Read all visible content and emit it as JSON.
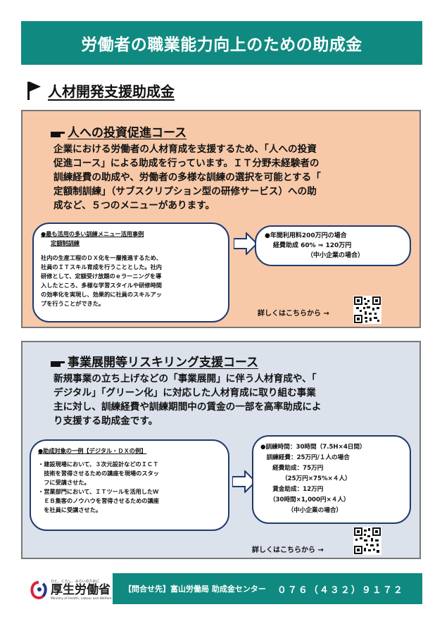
{
  "banner": {
    "title": "労働者の職業能力向上のための助成金"
  },
  "section": {
    "title": "人材開発支援助成金"
  },
  "course1": {
    "title": "人への投資促進コース",
    "desc": [
      "企業における労働者の人材育成を支援するため、「人への投資",
      "促進コース」による助成を行っています。ＩＴ分野未経験者の",
      "訓練経費の助成や、労働者の多様な訓練の選択を可能とする「",
      "定額制訓練」（サブスクリプション型の研修サービス）への助",
      "成など、５つのメニューがあります。"
    ],
    "example": {
      "heading": "●最も活用の多い訓練メニュー活用事例",
      "subheading": "定額制訓練",
      "lines": [
        "社内の生産工程のＤＸ化を一層推進するため、",
        "社員のＩＴスキル育成を行うこととした。社内",
        "研修として、定額受け放題のｅラーニングを導",
        "入したところ、多様な学習スタイルや研修時間",
        "の効率化を実現し、効果的に社員のスキルアッ",
        "プを行うことができた。"
      ]
    },
    "calc": {
      "line1": "●年間利用料200万円の場合",
      "line2": "経費助成 60% ⇒ 120万円",
      "line3": "（中小企業の場合）"
    },
    "more": "詳しくはこちらから →"
  },
  "course2": {
    "title": "事業展開等リスキリング支援コース",
    "desc": [
      "新規事業の立ち上げなどの「事業展開」に伴う人材育成や、「",
      "デジタル」「グリーン化」に対応した人材育成に取り組む事業",
      "主に対し、訓練経費や訓練期間中の賃金の一部を高率助成によ",
      "り支援する助成金です。"
    ],
    "example": {
      "heading": "●助成対象の一例【デジタル・ＤＸの例】",
      "lines": [
        "・建設現場において、３次元設計などのＩＣＴ",
        "　技術を習得させるための講座を現場のスタッ",
        "　フに受講させた。",
        "・営業部門において、ＩＴツールを活用したＷ",
        "　ＥＢ集客のノウハウを習得させるための講座",
        "　を社員に受講させた。"
      ]
    },
    "calc": {
      "lines": [
        "●訓練時間：30時間（7.5H×4日間）",
        "　訓練経費：25万円/１人の場合",
        "　　経費助成：75万円",
        "　　　　（25万円×75%×４人）",
        "　　賃金助成：12万円",
        "　　（30時間×1,000円×４人）",
        "　　　　　（中小企業の場合）"
      ]
    },
    "more": "詳しくはこちらから →"
  },
  "footer": {
    "logo_tagline": "ひと、くらし、みらいのために",
    "logo_name": "厚生労働省",
    "logo_en": "Ministry of Health, Labour and Welfare",
    "contact_label": "【問合せ先】富山労働局 助成金センター",
    "phone": "０７６（４３２）９１７２"
  },
  "colors": {
    "teal": "#108a80",
    "orange_bg": "#f7c9a9",
    "blue_bg": "#dce2ec",
    "navy": "#1f3a6b"
  }
}
